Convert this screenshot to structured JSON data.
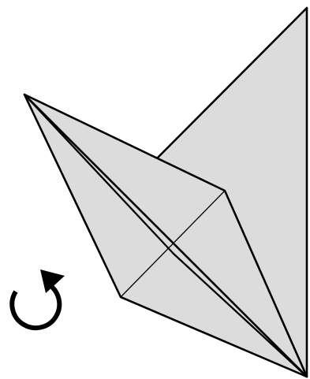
{
  "diagram": {
    "type": "origami-fold-step",
    "colors": {
      "background": "#ffffff",
      "paper": "#dcdcdc",
      "stroke": "#000000"
    },
    "icons": {
      "turn_over": "rotate-counterclockwise-arrow-icon"
    },
    "elements": [
      "back-flap",
      "main-kite-flap",
      "diagonal-creases",
      "turn-over-symbol"
    ]
  }
}
